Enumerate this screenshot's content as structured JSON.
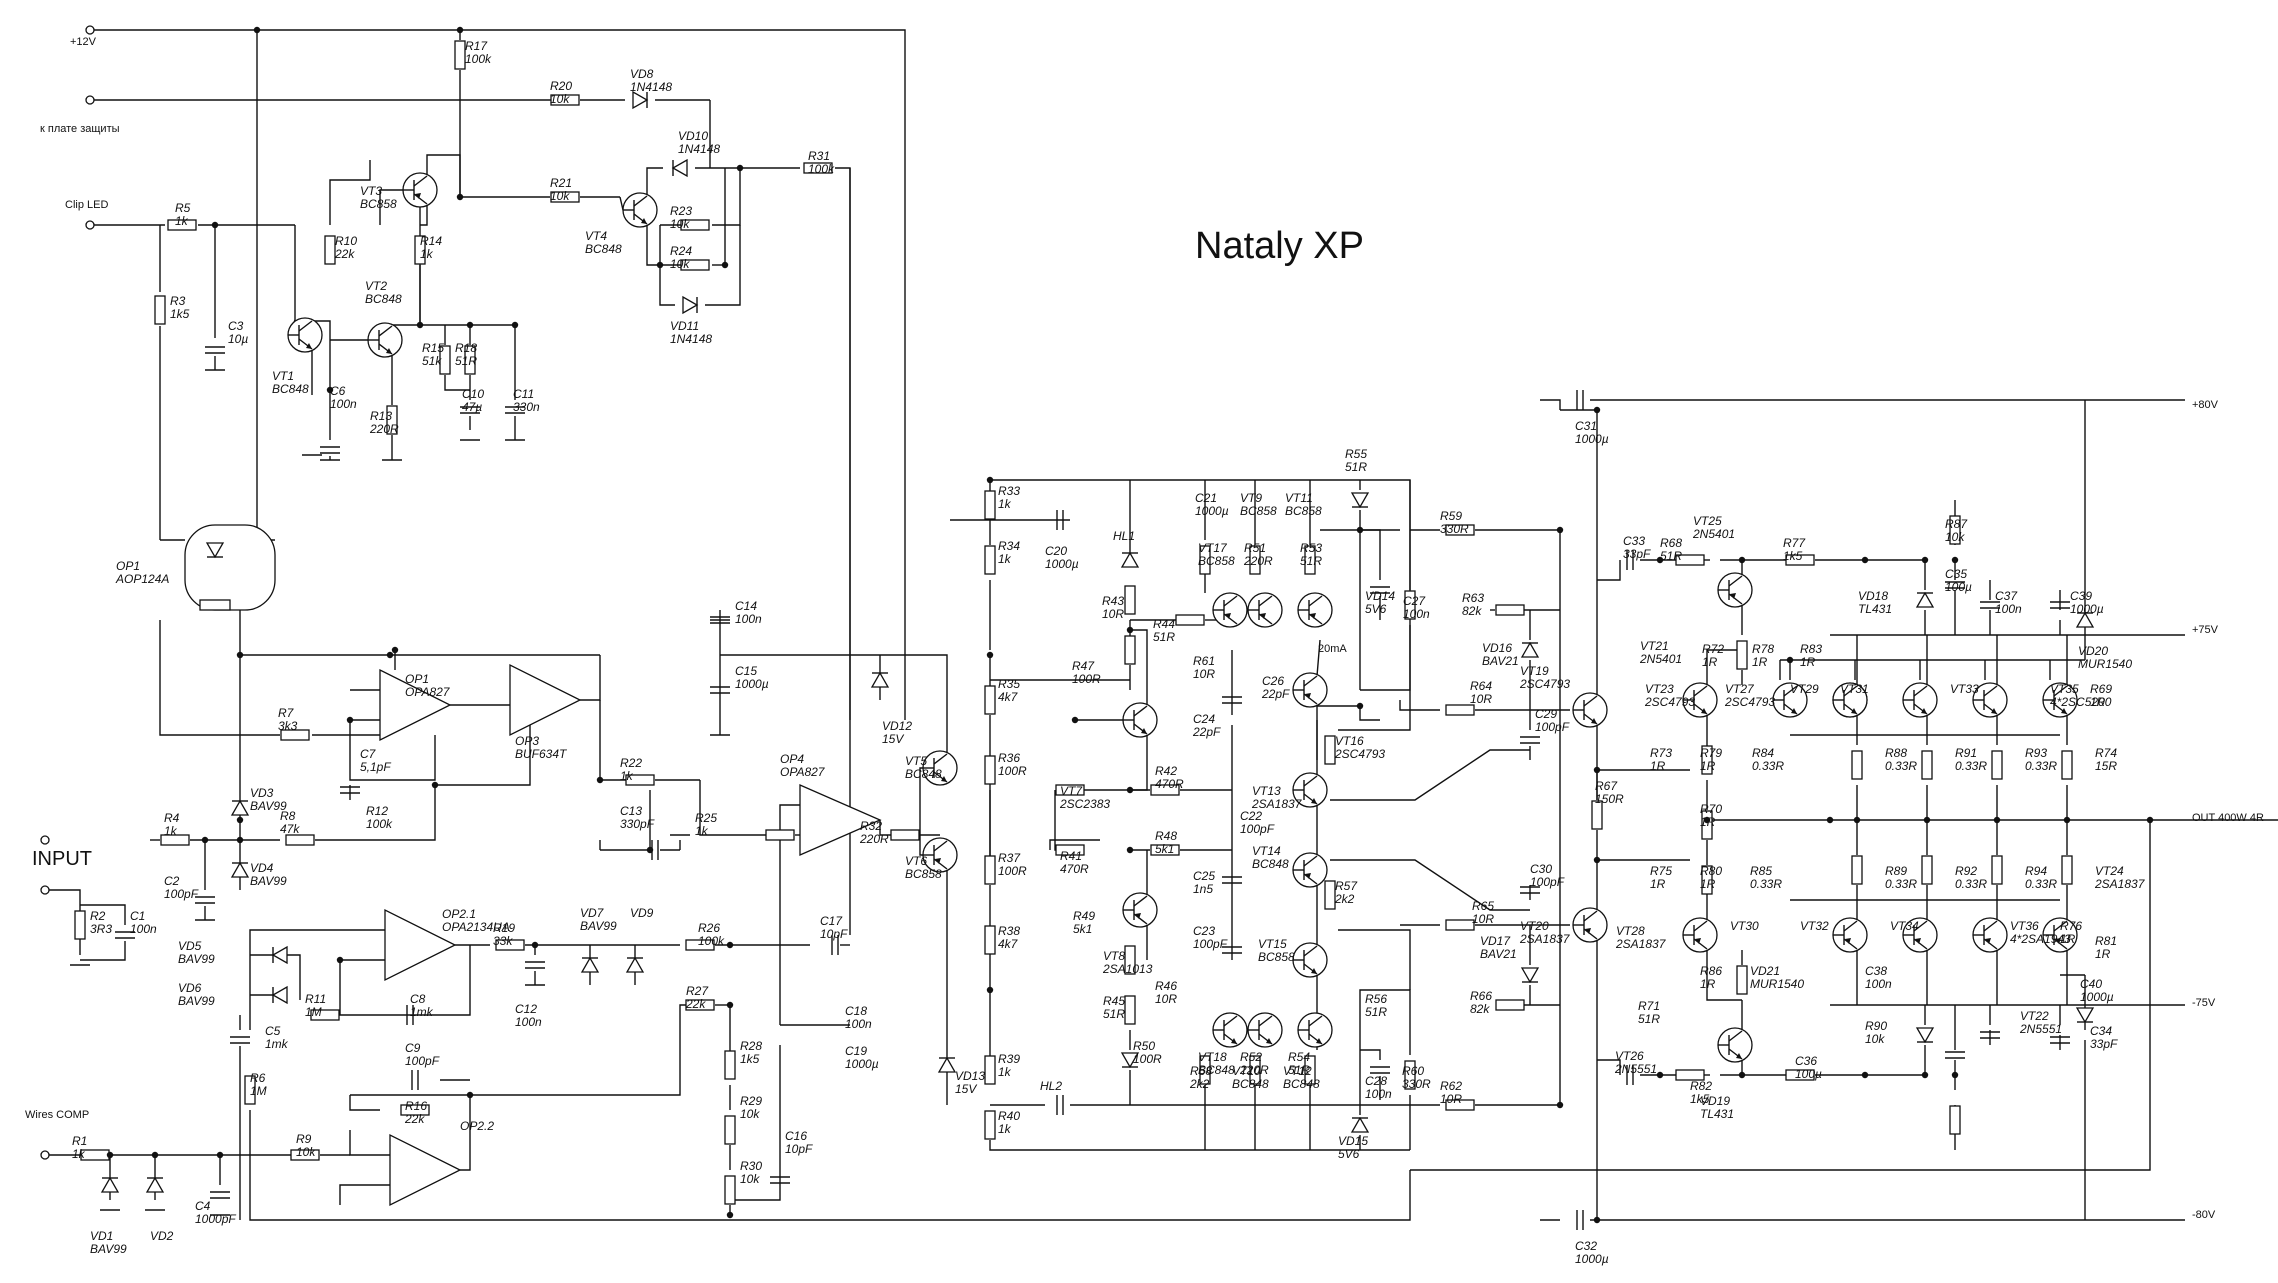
{
  "title": "Nataly XP",
  "nets": {
    "p12": "+12V",
    "protect": "к плате защиты",
    "clip": "Clip LED",
    "input": "INPUT",
    "wires": "Wires COMP",
    "p80": "+80V",
    "p75": "+75V",
    "out": "OUT 400W 4R",
    "m75": "-75V",
    "m80": "-80V",
    "note": "20mA"
  },
  "components": [
    {
      "ref": "R17",
      "value": "100k"
    },
    {
      "ref": "R20",
      "value": "10k"
    },
    {
      "ref": "VD8",
      "value": "1N4148"
    },
    {
      "ref": "VD10",
      "value": "1N4148"
    },
    {
      "ref": "R31",
      "value": "100k"
    },
    {
      "ref": "R21",
      "value": "10k"
    },
    {
      "ref": "VT3",
      "value": "BC858"
    },
    {
      "ref": "VT4",
      "value": "BC848"
    },
    {
      "ref": "R23",
      "value": "10k"
    },
    {
      "ref": "R24",
      "value": "10k"
    },
    {
      "ref": "VD11",
      "value": "1N4148"
    },
    {
      "ref": "R5",
      "value": "1k"
    },
    {
      "ref": "R10",
      "value": "22k"
    },
    {
      "ref": "R14",
      "value": "1k"
    },
    {
      "ref": "VT2",
      "value": "BC848"
    },
    {
      "ref": "R3",
      "value": "1k5"
    },
    {
      "ref": "C3",
      "value": "10µ"
    },
    {
      "ref": "VT1",
      "value": "BC848"
    },
    {
      "ref": "C6",
      "value": "100n"
    },
    {
      "ref": "R13",
      "value": "220R"
    },
    {
      "ref": "R15",
      "value": "51k"
    },
    {
      "ref": "R18",
      "value": "51R"
    },
    {
      "ref": "C10",
      "value": "47µ"
    },
    {
      "ref": "C11",
      "value": "330n"
    },
    {
      "ref": "OP1",
      "value": "AOP124A"
    },
    {
      "ref": "OP1",
      "value": "OPA827"
    },
    {
      "ref": "OP3",
      "value": "BUF634T"
    },
    {
      "ref": "R7",
      "value": "3k3"
    },
    {
      "ref": "C7",
      "value": "5,1pF"
    },
    {
      "ref": "R12",
      "value": "100k"
    },
    {
      "ref": "R8",
      "value": "47k"
    },
    {
      "ref": "VD3",
      "value": "BAV99"
    },
    {
      "ref": "VD4",
      "value": "BAV99"
    },
    {
      "ref": "R4",
      "value": "1k"
    },
    {
      "ref": "C2",
      "value": "100pF"
    },
    {
      "ref": "R2",
      "value": "3R3"
    },
    {
      "ref": "C1",
      "value": "100n"
    },
    {
      "ref": "R22",
      "value": "1k"
    },
    {
      "ref": "C13",
      "value": "330pF"
    },
    {
      "ref": "R25",
      "value": "1k"
    },
    {
      "ref": "C14",
      "value": "100n"
    },
    {
      "ref": "C15",
      "value": "1000µ"
    },
    {
      "ref": "OP4",
      "value": "OPA827"
    },
    {
      "ref": "R32",
      "value": "220R"
    },
    {
      "ref": "VD12",
      "value": "15V"
    },
    {
      "ref": "OP2.1",
      "value": "OPA2134UA"
    },
    {
      "ref": "R19",
      "value": "33k"
    },
    {
      "ref": "VD7",
      "value": "BAV99"
    },
    {
      "ref": "VD9",
      "value": ""
    },
    {
      "ref": "R26",
      "value": "100k"
    },
    {
      "ref": "C17",
      "value": "10pF"
    },
    {
      "ref": "C12",
      "value": "100n"
    },
    {
      "ref": "VD5",
      "value": "BAV99"
    },
    {
      "ref": "VD6",
      "value": "BAV99"
    },
    {
      "ref": "R11",
      "value": "1M"
    },
    {
      "ref": "C8",
      "value": "1mk"
    },
    {
      "ref": "C5",
      "value": "1mk"
    },
    {
      "ref": "R27",
      "value": "22k"
    },
    {
      "ref": "C18",
      "value": "100n"
    },
    {
      "ref": "C19",
      "value": "1000µ"
    },
    {
      "ref": "R28",
      "value": "1k5"
    },
    {
      "ref": "C9",
      "value": "100pF"
    },
    {
      "ref": "R16",
      "value": "22k"
    },
    {
      "ref": "OP2.2",
      "value": ""
    },
    {
      "ref": "R6",
      "value": "1M"
    },
    {
      "ref": "R29",
      "value": "10k"
    },
    {
      "ref": "R30",
      "value": "10k"
    },
    {
      "ref": "C16",
      "value": "10pF"
    },
    {
      "ref": "R1",
      "value": "1k"
    },
    {
      "ref": "R9",
      "value": "10k"
    },
    {
      "ref": "C4",
      "value": "1000pF"
    },
    {
      "ref": "VD1",
      "value": "BAV99"
    },
    {
      "ref": "VD2",
      "value": ""
    },
    {
      "ref": "R33",
      "value": "1k"
    },
    {
      "ref": "R34",
      "value": "1k"
    },
    {
      "ref": "R35",
      "value": "4k7"
    },
    {
      "ref": "R36",
      "value": "100R"
    },
    {
      "ref": "R37",
      "value": "100R"
    },
    {
      "ref": "R38",
      "value": "4k7"
    },
    {
      "ref": "R39",
      "value": "1k"
    },
    {
      "ref": "R40",
      "value": "1k"
    },
    {
      "ref": "VT5",
      "value": "BC848"
    },
    {
      "ref": "VT6",
      "value": "BC858"
    },
    {
      "ref": "VD13",
      "value": "15V"
    },
    {
      "ref": "C20",
      "value": "1000µ"
    },
    {
      "ref": "HL1",
      "value": ""
    },
    {
      "ref": "R43",
      "value": "10R"
    },
    {
      "ref": "R44",
      "value": "51R"
    },
    {
      "ref": "R47",
      "value": "100R"
    },
    {
      "ref": "VT7",
      "value": "2SC2383"
    },
    {
      "ref": "R41",
      "value": "470R"
    },
    {
      "ref": "R42",
      "value": "470R"
    },
    {
      "ref": "R48",
      "value": "5k1"
    },
    {
      "ref": "R49",
      "value": "5k1"
    },
    {
      "ref": "VT8",
      "value": "2SA1013"
    },
    {
      "ref": "R45",
      "value": "51R"
    },
    {
      "ref": "R46",
      "value": "10R"
    },
    {
      "ref": "R50",
      "value": "100R"
    },
    {
      "ref": "HL2",
      "value": ""
    },
    {
      "ref": "C21",
      "value": "1000µ"
    },
    {
      "ref": "VT9",
      "value": "BC858"
    },
    {
      "ref": "VT11",
      "value": "BC858"
    },
    {
      "ref": "VT17",
      "value": "BC858"
    },
    {
      "ref": "R51",
      "value": "220R"
    },
    {
      "ref": "R53",
      "value": "51R"
    },
    {
      "ref": "R55",
      "value": "51R"
    },
    {
      "ref": "VD14",
      "value": "5V6"
    },
    {
      "ref": "C27",
      "value": "100n"
    },
    {
      "ref": "R59",
      "value": "330R"
    },
    {
      "ref": "R61",
      "value": "10R"
    },
    {
      "ref": "C24",
      "value": "22pF"
    },
    {
      "ref": "C22",
      "value": "100pF"
    },
    {
      "ref": "C25",
      "value": "1n5"
    },
    {
      "ref": "C23",
      "value": "100pF"
    },
    {
      "ref": "C26",
      "value": "22pF"
    },
    {
      "ref": "VT13",
      "value": "2SA1837"
    },
    {
      "ref": "VT14",
      "value": "BC848"
    },
    {
      "ref": "VT15",
      "value": "BC858"
    },
    {
      "ref": "VT16",
      "value": "2SC4793"
    },
    {
      "ref": "R57",
      "value": "2k2"
    },
    {
      "ref": "R58",
      "value": "2k2"
    },
    {
      "ref": "VT10",
      "value": "BC848"
    },
    {
      "ref": "VT12",
      "value": "BC848"
    },
    {
      "ref": "VT18",
      "value": "BC848"
    },
    {
      "ref": "R52",
      "value": "220R"
    },
    {
      "ref": "R54",
      "value": "51R"
    },
    {
      "ref": "R56",
      "value": "51R"
    },
    {
      "ref": "C28",
      "value": "100n"
    },
    {
      "ref": "R60",
      "value": "330R"
    },
    {
      "ref": "R62",
      "value": "10R"
    },
    {
      "ref": "VD15",
      "value": "5V6"
    },
    {
      "ref": "R63",
      "value": "82k"
    },
    {
      "ref": "R64",
      "value": "10R"
    },
    {
      "ref": "VD16",
      "value": "BAV21"
    },
    {
      "ref": "VT19",
      "value": "2SC4793"
    },
    {
      "ref": "C29",
      "value": "100pF"
    },
    {
      "ref": "R65",
      "value": "10R"
    },
    {
      "ref": "R66",
      "value": "82k"
    },
    {
      "ref": "VD17",
      "value": "BAV21"
    },
    {
      "ref": "VT20",
      "value": "2SA1837"
    },
    {
      "ref": "C30",
      "value": "100pF"
    },
    {
      "ref": "R67",
      "value": "150R"
    },
    {
      "ref": "C31",
      "value": "1000µ"
    },
    {
      "ref": "C32",
      "value": "1000µ"
    },
    {
      "ref": "C33",
      "value": "33pF"
    },
    {
      "ref": "R68",
      "value": "51R"
    },
    {
      "ref": "VT25",
      "value": "2N5401"
    },
    {
      "ref": "R77",
      "value": "1k5"
    },
    {
      "ref": "VT21",
      "value": "2N5401"
    },
    {
      "ref": "R72",
      "value": "1R"
    },
    {
      "ref": "R78",
      "value": "1R"
    },
    {
      "ref": "R83",
      "value": "1R"
    },
    {
      "ref": "VD18",
      "value": "TL431"
    },
    {
      "ref": "R87",
      "value": "10k"
    },
    {
      "ref": "C35",
      "value": "100µ"
    },
    {
      "ref": "C37",
      "value": "100n"
    },
    {
      "ref": "C39",
      "value": "1000µ"
    },
    {
      "ref": "VD20",
      "value": "MUR1540"
    },
    {
      "ref": "VT23",
      "value": "2SC4793"
    },
    {
      "ref": "VT27",
      "value": "2SC4793"
    },
    {
      "ref": "VT29",
      "value": ""
    },
    {
      "ref": "VT31",
      "value": ""
    },
    {
      "ref": "VT33",
      "value": ""
    },
    {
      "ref": "VT35",
      "value": "4*2SC5200"
    },
    {
      "ref": "R69",
      "value": "1R"
    },
    {
      "ref": "R73",
      "value": "1R"
    },
    {
      "ref": "R79",
      "value": "1R"
    },
    {
      "ref": "R84",
      "value": "0.33R"
    },
    {
      "ref": "R88",
      "value": "0.33R"
    },
    {
      "ref": "R91",
      "value": "0.33R"
    },
    {
      "ref": "R93",
      "value": "0.33R"
    },
    {
      "ref": "R74",
      "value": "15R"
    },
    {
      "ref": "R70",
      "value": "1R"
    },
    {
      "ref": "R75",
      "value": "1R"
    },
    {
      "ref": "R80",
      "value": "1R"
    },
    {
      "ref": "R85",
      "value": "0.33R"
    },
    {
      "ref": "R89",
      "value": "0.33R"
    },
    {
      "ref": "R92",
      "value": "0.33R"
    },
    {
      "ref": "R94",
      "value": "0.33R"
    },
    {
      "ref": "VT24",
      "value": "2SA1837"
    },
    {
      "ref": "VT28",
      "value": "2SA1837"
    },
    {
      "ref": "VT30",
      "value": ""
    },
    {
      "ref": "VT32",
      "value": ""
    },
    {
      "ref": "VT34",
      "value": ""
    },
    {
      "ref": "VT36",
      "value": "4*2SA1943"
    },
    {
      "ref": "R76",
      "value": "1R"
    },
    {
      "ref": "R81",
      "value": "1R"
    },
    {
      "ref": "R86",
      "value": "1R"
    },
    {
      "ref": "VD21",
      "value": "MUR1540"
    },
    {
      "ref": "C38",
      "value": "100n"
    },
    {
      "ref": "C40",
      "value": "1000µ"
    },
    {
      "ref": "VT22",
      "value": "2N5551"
    },
    {
      "ref": "C34",
      "value": "33pF"
    },
    {
      "ref": "R71",
      "value": "51R"
    },
    {
      "ref": "VT26",
      "value": "2N5551"
    },
    {
      "ref": "R82",
      "value": "1k5"
    },
    {
      "ref": "VD19",
      "value": "TL431"
    },
    {
      "ref": "C36",
      "value": "100µ"
    },
    {
      "ref": "R90",
      "value": "10k"
    }
  ]
}
